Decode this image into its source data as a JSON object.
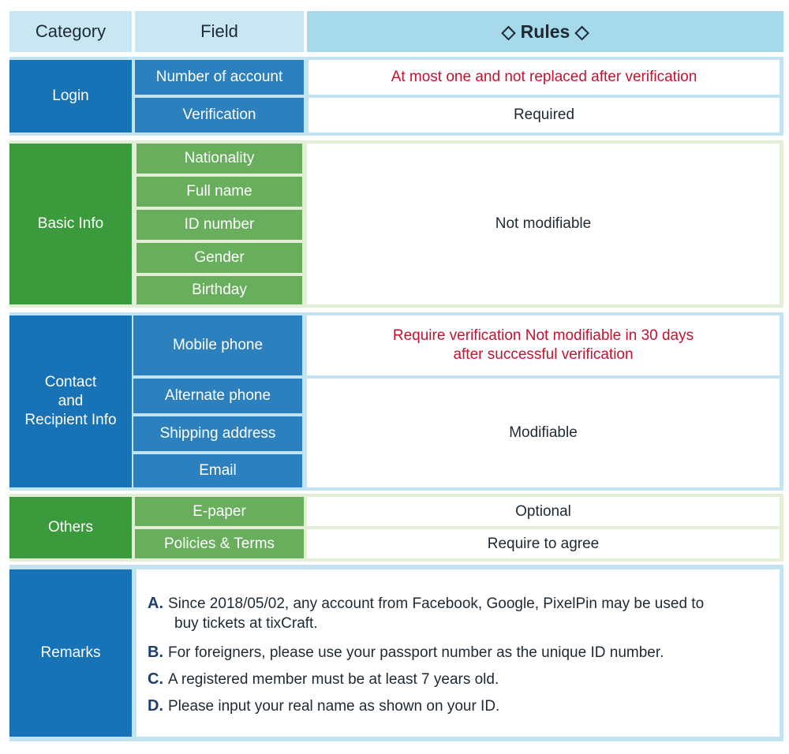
{
  "header": {
    "category": "Category",
    "field": "Field",
    "rules": "◇ Rules ◇"
  },
  "login": {
    "category": "Login",
    "fields": [
      "Number of account",
      "Verification"
    ],
    "rules": [
      "At most one and not replaced after verification",
      "Required"
    ]
  },
  "basic_info": {
    "category": "Basic Info",
    "fields": [
      "Nationality",
      "Full name",
      "ID number",
      "Gender",
      "Birthday"
    ],
    "rule": "Not modifiable"
  },
  "contact": {
    "category_lines": [
      "Contact",
      "and",
      "Recipient Info"
    ],
    "fields": [
      "Mobile phone",
      "Alternate phone",
      "Shipping address",
      "Email"
    ],
    "mobile_rule_lines": [
      "Require verification Not modifiable in 30 days",
      "after successful verification"
    ],
    "other_rule": "Modifiable"
  },
  "others": {
    "category": "Others",
    "fields": [
      "E-paper",
      "Policies & Terms"
    ],
    "rules": [
      "Optional",
      "Require to agree"
    ]
  },
  "remarks": {
    "category": "Remarks",
    "items": [
      {
        "letter": "A.",
        "line1": "Since 2018/05/02, any account from Facebook, Google, PixelPin may be used to",
        "line2": "buy tickets at tixCraft."
      },
      {
        "letter": "B.",
        "line1": "For foreigners, please use your passport number as the unique ID number."
      },
      {
        "letter": "C.",
        "line1": "A registered member must be at least 7 years old."
      },
      {
        "letter": "D.",
        "line1": "Please input your real name as shown on your ID."
      }
    ]
  },
  "colors": {
    "header_bg": "#c9e7f2",
    "rules_header_bg": "#a6d9ea",
    "category_blue": "#1872b6",
    "category_green": "#3a9a3c",
    "field_blue": "#2b80bd",
    "field_green": "#68ae5d",
    "highlight_red": "#c4122f"
  }
}
